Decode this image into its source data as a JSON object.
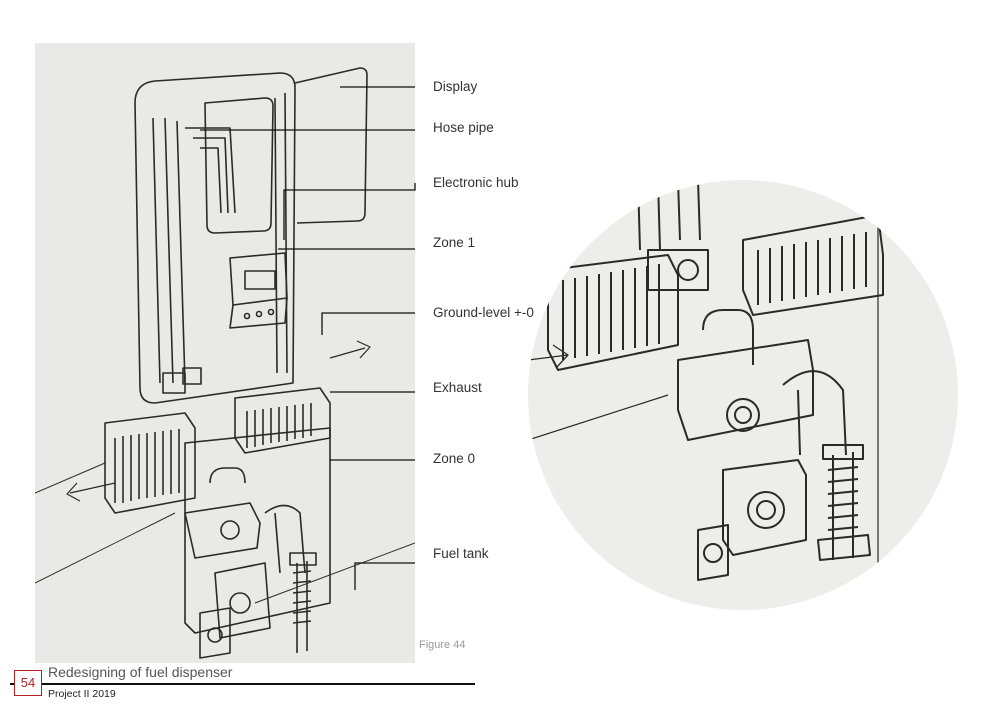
{
  "callouts": [
    {
      "label": "Display"
    },
    {
      "label": "Hose pipe"
    },
    {
      "label": "Electronic hub"
    },
    {
      "label": "Zone 1"
    },
    {
      "label": "Ground-level +-0"
    },
    {
      "label": "Exhaust"
    },
    {
      "label": "Zone 0"
    },
    {
      "label": "Fuel tank"
    }
  ],
  "figure_caption": "Figure 44",
  "footer": {
    "page_number": "54",
    "title": "Redesigning of fuel dispenser",
    "subtitle": "Project II 2019",
    "accent_color": "#b32020"
  }
}
